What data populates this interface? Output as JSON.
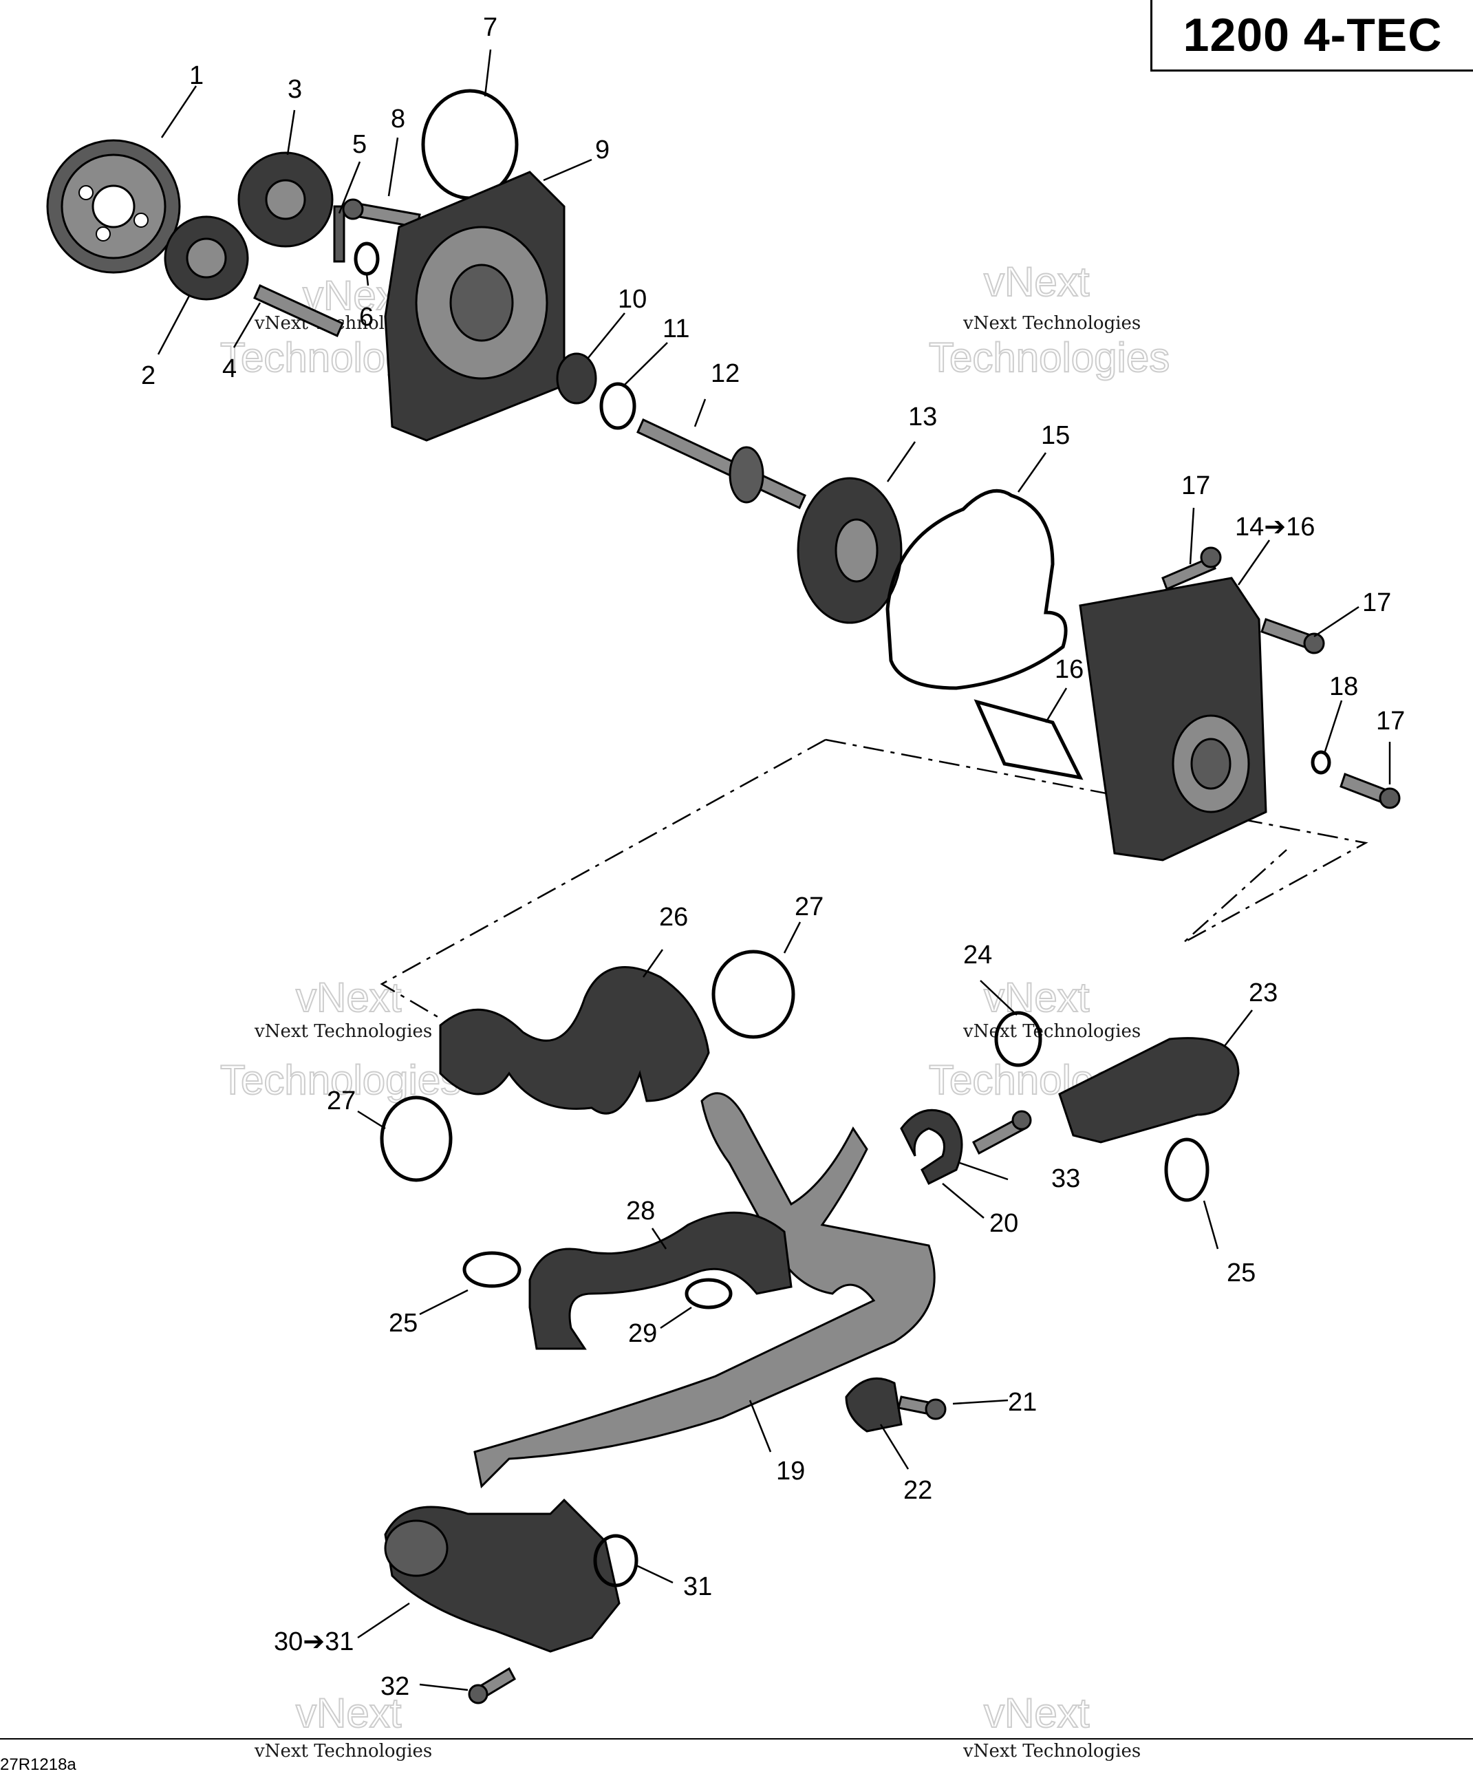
{
  "title": "1200 4-TEC",
  "reference_code": "27R1218a",
  "watermark": {
    "line1": "vNext Technologies",
    "big1": "vNext",
    "big2": "Technologies"
  },
  "callouts": {
    "c1": "1",
    "c2": "2",
    "c3": "3",
    "c4": "4",
    "c5": "5",
    "c6": "6",
    "c7": "7",
    "c8": "8",
    "c9": "9",
    "c10": "10",
    "c11": "11",
    "c12": "12",
    "c13": "13",
    "c14": "14➔16",
    "c15": "15",
    "c16": "16",
    "c17a": "17",
    "c17b": "17",
    "c17c": "17",
    "c18": "18",
    "c19": "19",
    "c20": "20",
    "c21": "21",
    "c22": "22",
    "c23": "23",
    "c24": "24",
    "c25a": "25",
    "c25b": "25",
    "c26": "26",
    "c27a": "27",
    "c27b": "27",
    "c28": "28",
    "c29": "29",
    "c30": "30➔31",
    "c31": "31",
    "c32": "32",
    "c33": "33"
  }
}
